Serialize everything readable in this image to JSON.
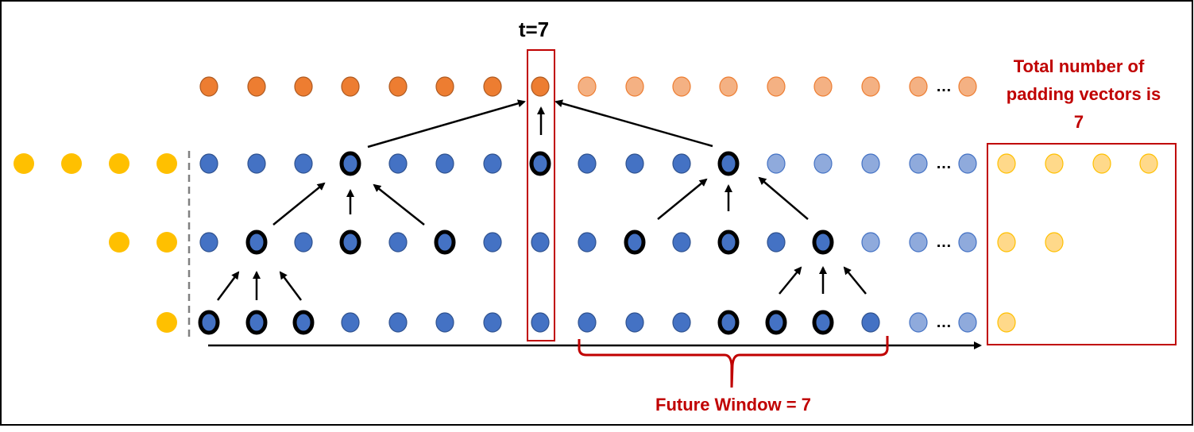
{
  "labels": {
    "time_step": "t=7",
    "padding_note_line1": "Total number of",
    "padding_note_line2": "padding vectors is",
    "padding_note_line3": "7",
    "future_window": "Future Window = 7",
    "ellipsis": "…"
  },
  "colors": {
    "orange": "#ED7D31",
    "orange_stroke": "#AE5A21",
    "orange_light": "#F4B183",
    "orange_light_stroke": "#ED7D31",
    "blue": "#4472C4",
    "blue_stroke": "#2F528F",
    "blue_light": "#8FAADC",
    "blue_light_stroke": "#4472C4",
    "yellow": "#FFC000",
    "yellow_light": "#FFD98A",
    "yellow_light_stroke": "#FFC000",
    "red": "#C00000",
    "black": "#000000",
    "dash_gray": "#808080"
  },
  "layout": {
    "cols": [
      263,
      323,
      382,
      441,
      501,
      560,
      620,
      680,
      739,
      799,
      858,
      917,
      977,
      1036,
      1096,
      1156
    ],
    "last_col": 1218,
    "rows": [
      109,
      206,
      305,
      406
    ],
    "left_pad_x": [
      30,
      90,
      150,
      210
    ],
    "right_pad_x": [
      1267,
      1327,
      1387,
      1446
    ]
  },
  "diagram": {
    "output_row": {
      "active_count": 8,
      "light_from_index": 8
    },
    "layers": [
      {
        "name": "layer-3",
        "row": 1,
        "left_padding": 4,
        "right_padding": 4,
        "light_from_index": 12,
        "highlighted": [
          3,
          7,
          11
        ]
      },
      {
        "name": "layer-2",
        "row": 2,
        "left_padding": 2,
        "right_padding": 2,
        "light_from_index": 14,
        "highlighted": [
          1,
          3,
          5,
          9,
          11,
          13
        ]
      },
      {
        "name": "layer-1",
        "row": 3,
        "left_padding": 1,
        "right_padding": 1,
        "light_from_index": 15,
        "highlighted": [
          0,
          1,
          2,
          11,
          12,
          13
        ]
      }
    ]
  }
}
